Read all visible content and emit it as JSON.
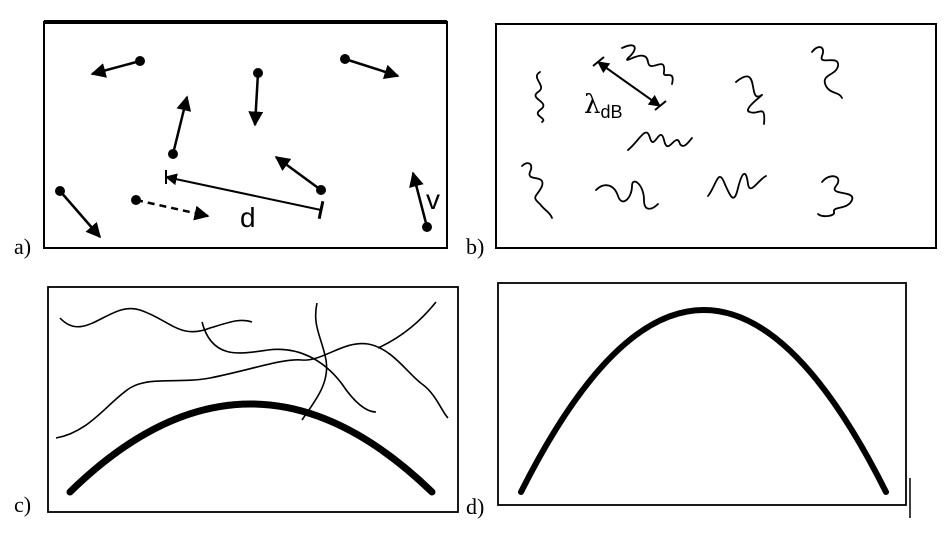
{
  "panels": {
    "a": {
      "label": "a)",
      "distance_symbol": "d",
      "velocity_symbol": "v"
    },
    "b": {
      "label": "b)",
      "wavelength_symbol": "λ",
      "wavelength_subscript": "dB"
    },
    "c": {
      "label": "c)"
    },
    "d": {
      "label": "d)"
    }
  },
  "colors": {
    "ink": "#000000",
    "background": "#ffffff"
  }
}
